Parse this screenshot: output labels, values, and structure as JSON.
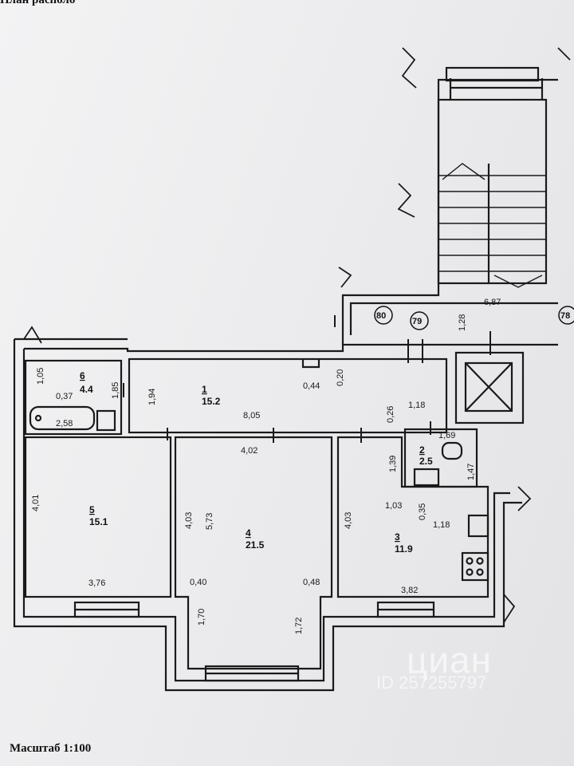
{
  "title": "План располо",
  "scale_label": "Масштаб  1:100",
  "watermark": {
    "brand": "циан",
    "id": "ID 257255797"
  },
  "stairwell_numbers": [
    "80",
    "79",
    "78"
  ],
  "stairwell_dims": [
    "1,28",
    "6,87"
  ],
  "rooms": [
    {
      "no": "1",
      "area": "15.2"
    },
    {
      "no": "2",
      "area": "2.5"
    },
    {
      "no": "3",
      "area": "11.9"
    },
    {
      "no": "4",
      "area": "21.5"
    },
    {
      "no": "5",
      "area": "15.1"
    },
    {
      "no": "6",
      "area": "4.4"
    }
  ],
  "dims": {
    "r6": [
      "1,05",
      "0,37",
      "1,85",
      "2,58"
    ],
    "r1": [
      "1,94",
      "0,44",
      "0,20",
      "8,05",
      "0,26",
      "1,18"
    ],
    "r2": [
      "1,69",
      "1,39",
      "1,47"
    ],
    "r3": [
      "1,03",
      "0,35",
      "1,18",
      "4,03",
      "3,82"
    ],
    "r4": [
      "4,02",
      "4,03",
      "5,73",
      "0,40",
      "0,48",
      "1,70",
      "1,72"
    ],
    "r5": [
      "4,01",
      "3,76"
    ]
  }
}
